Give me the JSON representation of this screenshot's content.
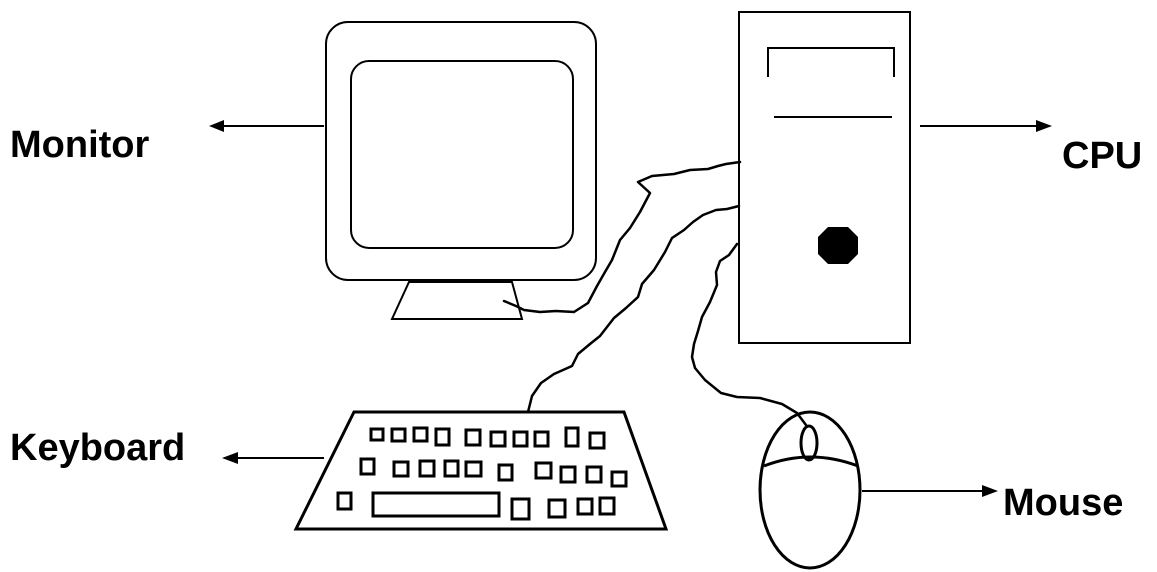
{
  "labels": {
    "monitor": "Monitor",
    "cpu": "CPU",
    "keyboard": "Keyboard",
    "mouse": "Mouse"
  },
  "colors": {
    "ink": "#000000",
    "background": "#ffffff"
  }
}
